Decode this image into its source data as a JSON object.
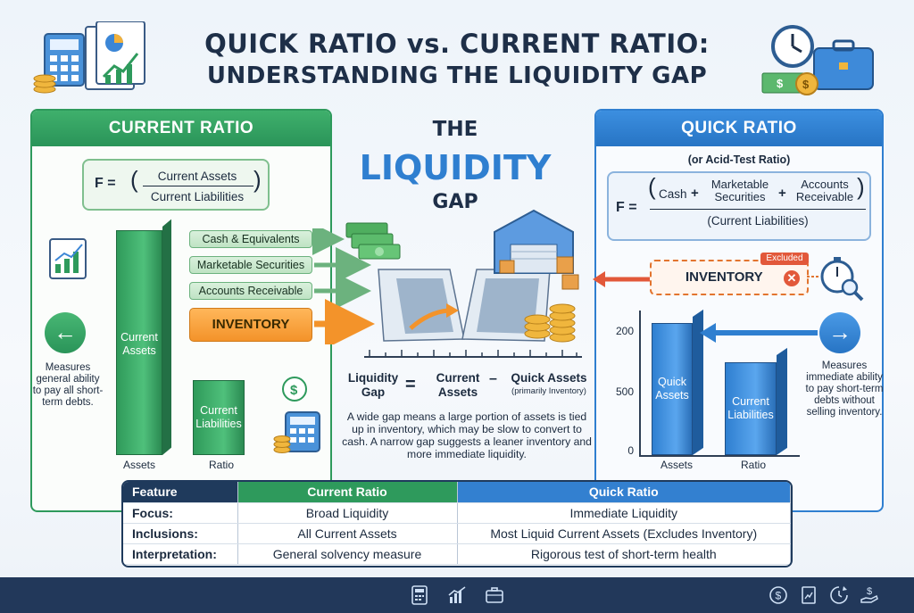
{
  "title": {
    "line1": "QUICK RATIO vs. CURRENT RATIO:",
    "line2": "UNDERSTANDING THE LIQUIDITY GAP"
  },
  "current_ratio": {
    "header": "CURRENT RATIO",
    "formula_lhs": "F =",
    "formula_numerator": "Current Assets",
    "formula_denominator": "Current Liabilities",
    "components": [
      "Cash & Equivalents",
      "Marketable Securities",
      "Accounts Receivable"
    ],
    "inventory_label": "INVENTORY",
    "bar_assets_label": "Current Assets",
    "bar_liabilities_label": "Current Liabilities",
    "x_labels": [
      "Assets",
      "Ratio"
    ],
    "side_note": "Measures general ability to pay all short-term debts.",
    "side_icon": "arrow-left-icon"
  },
  "center": {
    "title_the": "THE",
    "title_liquidity": "LIQUIDITY",
    "title_gap": "GAP",
    "eq_lhs": "Liquidity Gap",
    "eq_equals": "=",
    "eq_a": "Current Assets",
    "eq_minus": "–",
    "eq_b": "Quick Assets",
    "eq_b_note": "(primarily Inventory)",
    "description": "A wide gap means a large portion of assets is tied up in inventory, which may be slow to convert to cash. A narrow gap suggests a leaner inventory and more immediate liquidity."
  },
  "quick_ratio": {
    "header": "QUICK RATIO",
    "subtitle": "(or Acid-Test Ratio)",
    "formula_lhs": "F =",
    "formula_terms": [
      "Cash",
      "+",
      "Marketable Securities",
      "+",
      "Accounts Receivable"
    ],
    "formula_denominator": "(Current Liabilities)",
    "inventory_label": "INVENTORY",
    "excluded_badge": "Excluded",
    "bar_quick_label": "Quick Assets",
    "bar_liabilities_label": "Current Liabilities",
    "y_ticks": [
      "200",
      "500",
      "0"
    ],
    "x_labels": [
      "Assets",
      "Ratio"
    ],
    "side_note": "Measures immediate ability to pay short-term debts without selling inventory.",
    "side_icon": "arrow-right-icon"
  },
  "comparison": {
    "headers": [
      "Feature",
      "Current Ratio",
      "Quick Ratio"
    ],
    "rows": [
      [
        "Focus:",
        "Broad Liquidity",
        "Immediate Liquidity"
      ],
      [
        "Inclusions:",
        "All Current Assets",
        "Most Liquid Current Assets (Excludes Inventory)"
      ],
      [
        "Interpretation:",
        "General solvency measure",
        "Rigorous test of short-term health"
      ]
    ]
  },
  "footer_icons": [
    "calculator-icon",
    "chart-icon",
    "briefcase-icon",
    "dollar-coin-icon",
    "report-icon",
    "clock-icon",
    "money-hand-icon"
  ],
  "colors": {
    "green": "#2e9a5c",
    "blue": "#2f7fd0",
    "orange": "#f3932a",
    "navy": "#1f3a5c"
  }
}
